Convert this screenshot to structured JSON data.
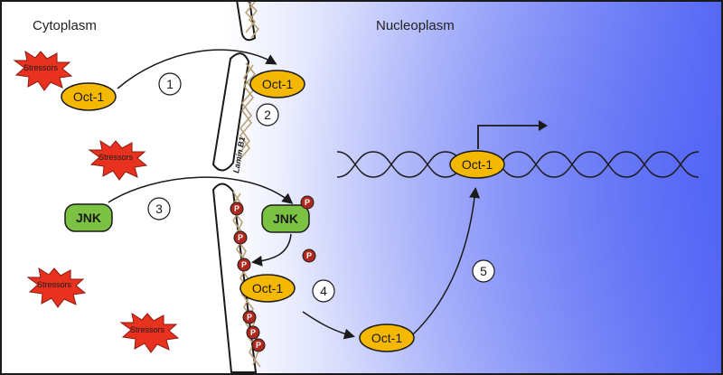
{
  "regions": {
    "cytoplasm": "Cytoplasm",
    "nucleoplasm": "Nucleoplasm"
  },
  "proteins": {
    "oct1": "Oct-1",
    "jnk": "JNK",
    "phospho": "P"
  },
  "stressor_label": "Stressors",
  "lamin_label": "Lamin B1",
  "steps": [
    "1",
    "2",
    "3",
    "4",
    "5"
  ],
  "colors": {
    "oct1_fill": "#f5b800",
    "jnk_fill": "#7cc242",
    "phospho_fill": "#b0271d",
    "stressor_fill": "#e8321f",
    "nucleoplasm_gradient_end": "#5a6cf5",
    "lamin_fiber": "#b8a27a"
  },
  "icons": {
    "stressor": "red-starburst",
    "gene_promoter": "bent-arrow",
    "dna": "double-helix"
  }
}
